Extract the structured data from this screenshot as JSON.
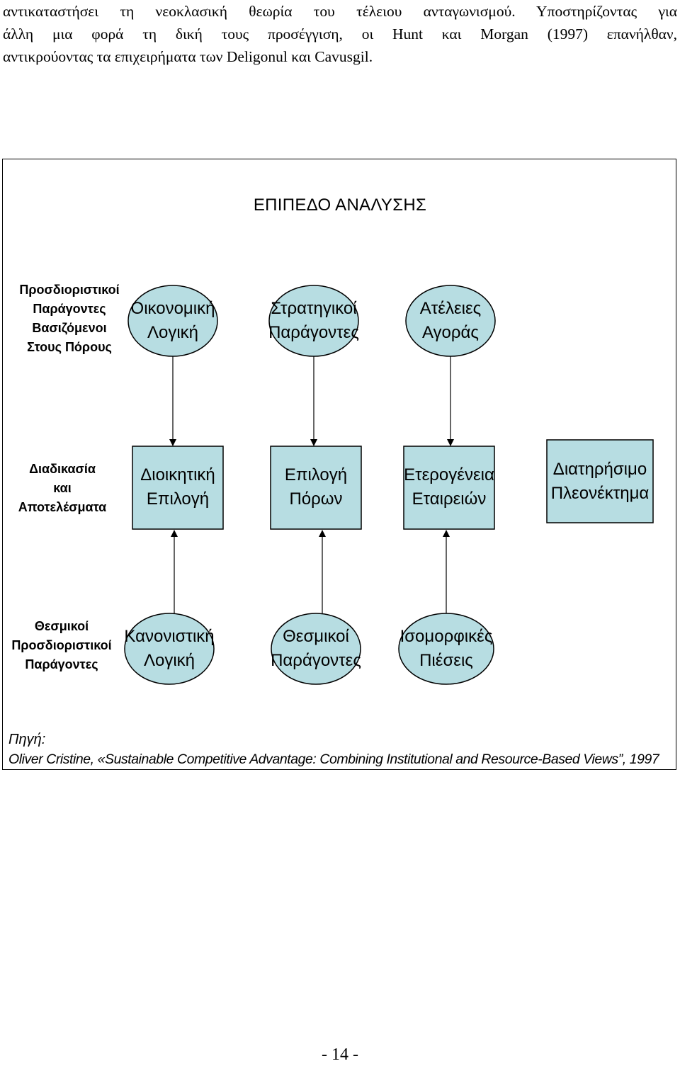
{
  "paragraph": {
    "lines": [
      "αντικαταστήσει τη νεοκλασική θεωρία του τέλειου ανταγωνισμού. Υποστηρίζοντας για",
      "άλλη μια φορά τη δική τους προσέγγιση, οι Hunt και Morgan (1997) επανήλθαν,",
      "αντικρούοντας τα επιχειρήματα των Deligonul και Cavusgil."
    ]
  },
  "diagram": {
    "title": "ΕΠΙΠΕΔΟ ΑΝΑΛΥΣΗΣ",
    "rows": [
      {
        "label": "Προσδιοριστικοί\nΠαράγοντες\nΒασιζόμενοι\nΣτους Πόρους",
        "nodes": [
          "Οικονομική\nΛογική",
          "Στρατηγικοί\nΠαράγοντες",
          "Ατέλειες\nΑγοράς"
        ]
      },
      {
        "label": "Διαδικασία\nκαι\nΑποτελέσματα",
        "nodes": [
          "Διοικητική\nΕπιλογή",
          "Επιλογή\nΠόρων",
          "Ετερογένεια\nΕταιρειών",
          "Διατηρήσιμο\nΠλεονέκτημα"
        ]
      },
      {
        "label": "Θεσμικοί\nΠροσδιοριστικοί\nΠαράγοντες",
        "nodes": [
          "Κανονιστική\nΛογική",
          "Θεσμικοί\nΠαράγοντες",
          "Ισομορφικές\nΠιέσεις"
        ]
      }
    ],
    "source_label": "Πηγή:",
    "source_text": "Oliver Cristine, «Sustainable Competitive Advantage: Combining Institutional and Resource-Based Views”, 1997"
  },
  "page_number": "- 14 -",
  "colors": {
    "node_fill": "#b7dde2",
    "stroke": "#000000"
  }
}
